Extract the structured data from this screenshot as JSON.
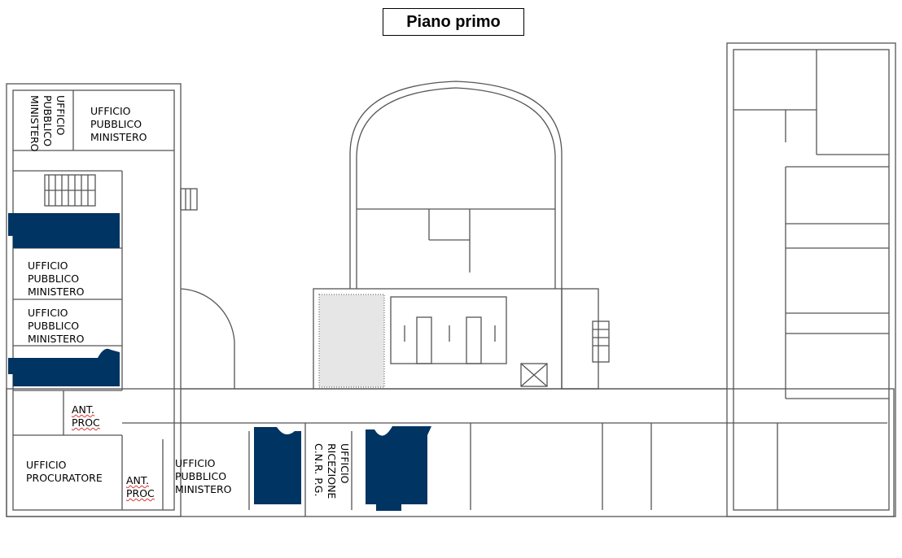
{
  "title": "Piano primo",
  "colors": {
    "highlight": "#003462",
    "wall": "#555555"
  },
  "rooms": {
    "upm_vertical": "UFFICIO\nPUBBLICO\nMINISTERO",
    "upm_top": "UFFICIO\nPUBBLICO\nMINISTERO",
    "upm_mid1": "UFFICIO\nPUBBLICO\nMINISTERO",
    "upm_mid2": "UFFICIO\nPUBBLICO\nMINISTERO",
    "ant_proc_1": "ANT.\nPROC",
    "procuratore": "UFFICIO\nPROCURATORE",
    "ant_proc_2": "ANT.\nPROC",
    "upm_bottom": "UFFICIO\nPUBBLICO\nMINISTERO",
    "ricezione": "UFFICIO\nRICEZIONE\nC.N.R.  P.G."
  }
}
